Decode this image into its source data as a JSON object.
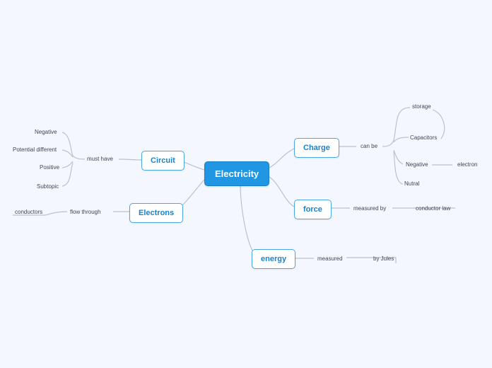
{
  "diagram": {
    "type": "mind-map",
    "title": "Electricity",
    "background_color": "#f4f7fe",
    "accent_color": "#2196e3",
    "branch_border_color": "#4aa7e0",
    "connector_color": "#b9c2cc",
    "root": {
      "label": "Electricity"
    },
    "branches": [
      {
        "label": "Circuit",
        "connector_label": "must have",
        "children": [
          {
            "label": "Negative"
          },
          {
            "label": "Potential different"
          },
          {
            "label": "Positive"
          },
          {
            "label": "Subtopic"
          }
        ]
      },
      {
        "label": "Electrons",
        "connector_label": "flow through",
        "children": [
          {
            "label": "conductors"
          }
        ]
      },
      {
        "label": "Charge",
        "connector_label": "can be",
        "children": [
          {
            "label": "storage"
          },
          {
            "label": "Capacitors"
          },
          {
            "label": "Negative"
          },
          {
            "label": "electron"
          },
          {
            "label": "Nutral"
          }
        ]
      },
      {
        "label": "force",
        "connector_label": "measured by",
        "children": [
          {
            "label": "conductor law"
          }
        ]
      },
      {
        "label": "energy",
        "connector_label": "measured",
        "children": [
          {
            "label": "by Jules"
          }
        ]
      }
    ]
  }
}
